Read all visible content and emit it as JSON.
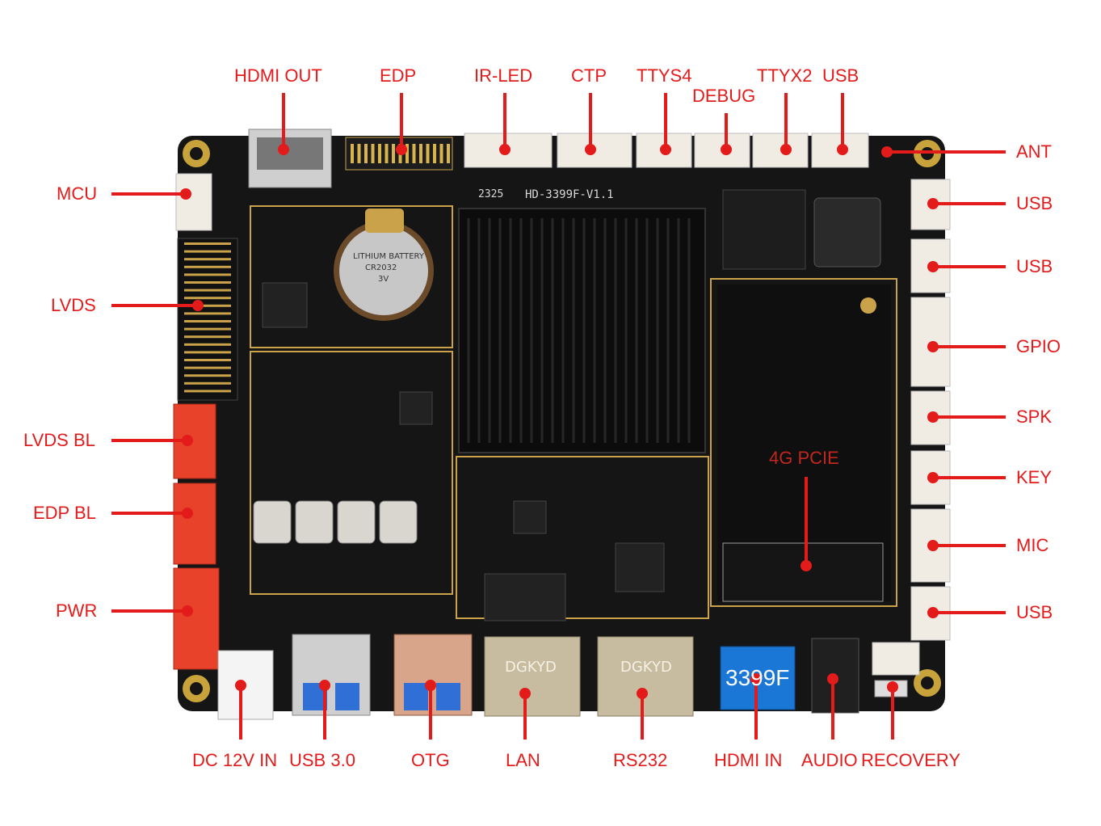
{
  "diagram": {
    "board_silk": "HD-3399F-V1.1",
    "board_silk_prefix": "2325",
    "module_label": "4G PCIE",
    "battery_lines": [
      "LITHIUM BATTERY",
      "CR2032",
      "3V"
    ],
    "hdmi_in_badge": "3399F",
    "lan_brand": "DGKYD",
    "rs232_brand": "DGKYD",
    "accent_color": "#e31b1b",
    "pcb_color": "#151515",
    "callouts_top": {
      "hdmi_out": "HDMI OUT",
      "edp": "EDP",
      "ir_led": "IR-LED",
      "ctp": "CTP",
      "ttys4": "TTYS4",
      "debug": "DEBUG",
      "ttyx2": "TTYX2",
      "usb": "USB"
    },
    "callouts_left": {
      "mcu": "MCU",
      "lvds": "LVDS",
      "lvds_bl": "LVDS BL",
      "edp_bl": "EDP BL",
      "pwr": "PWR"
    },
    "callouts_right": {
      "ant": "ANT",
      "usb_1": "USB",
      "usb_2": "USB",
      "gpio": "GPIO",
      "spk": "SPK",
      "key": "KEY",
      "mic": "MIC",
      "usb_3": "USB"
    },
    "callouts_bottom": {
      "dc_in": "DC 12V IN",
      "usb3": "USB 3.0",
      "otg": "OTG",
      "lan": "LAN",
      "rs232": "RS232",
      "hdmi_in": "HDMI IN",
      "audio": "AUDIO",
      "recovery": "RECOVERY"
    }
  }
}
